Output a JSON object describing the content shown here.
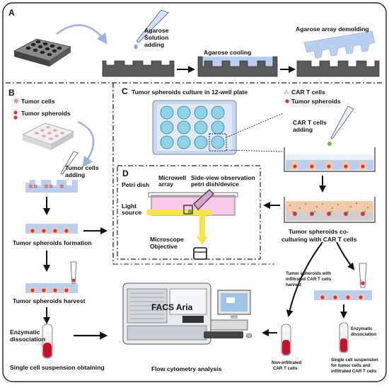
{
  "panels": {
    "a": "A",
    "b": "B",
    "c": "C",
    "d": "D"
  },
  "panel_a": {
    "agarose_solution": [
      "Agarose",
      "Solution",
      "adding"
    ],
    "agarose_cooling": "Agarose cooling",
    "demolding": "Agarose array demolding"
  },
  "panel_b": {
    "legend_tumor_cells": "Tumor cells",
    "legend_tumor_spheroids": "Tumor spheroids",
    "tumor_cells_adding": [
      "Tumor cells",
      "adding"
    ],
    "spheroids_formation": "Tumor spheroids formation",
    "spheroids_harvest": "Tumor spheroids harvest",
    "enzymatic": [
      "Enzymatic",
      "dissociation"
    ],
    "single_cell": "Single cell suspension obtaining"
  },
  "panel_c": {
    "title": "Tumor spheroids culture in 12-well plate",
    "legend_car_t": "CAR T cells",
    "legend_spheroids": "Tumor spheroids",
    "car_t_adding": [
      "CAR T cells",
      "adding"
    ],
    "coculturing": [
      "Tumor spheroids co-",
      "culturing with CAR T cells"
    ]
  },
  "panel_d": {
    "petri_dish": "Petri dish",
    "microwell_array": [
      "Microwell",
      "array"
    ],
    "side_view": [
      "Side-view observation",
      "petri dish/device"
    ],
    "light_source": [
      "Light",
      "source"
    ],
    "microscope": [
      "Microscope",
      "Objective"
    ]
  },
  "right_column": {
    "harvest_infiltrated": [
      "Tumor spheroids with",
      "infiltrated CAR T cells",
      "harvest"
    ],
    "enzymatic": [
      "Enzymatic",
      "dissociation"
    ],
    "single_cell_suspension": [
      "Single cell suspension",
      "for tumor cells and",
      "infiltrated CAR T cells"
    ],
    "non_infiltrated": [
      "Non-infiltrated",
      "CAR T cells"
    ]
  },
  "facs": {
    "instrument": "FACS Aria",
    "caption": "Flow cytometry analysis"
  },
  "colors": {
    "agarose": "#b9cff0",
    "tray": "#555555",
    "spheroid": "#e0332f",
    "car_t": "#6fb83e",
    "medium": "#f4c9a8",
    "light": "#f6e34a",
    "arrow": "#111111",
    "curved_arrow": "#9bb4dc"
  }
}
